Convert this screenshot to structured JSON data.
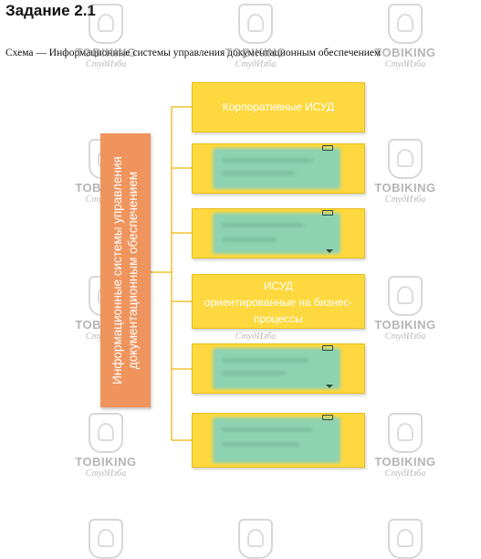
{
  "document": {
    "heading": "Задание 2.1",
    "caption": "Схема — Информационные системы управления документационным обеспечением"
  },
  "diagram": {
    "root": {
      "label_line1": "Информационные системы управления",
      "label_line2": "документационным обеспечением"
    },
    "branches": [
      {
        "label": "Корпоративные ИСУД",
        "obscured": false
      },
      {
        "label": "",
        "obscured": true
      },
      {
        "label": "",
        "obscured": true
      },
      {
        "label_line1": "ИСУД",
        "label_line2": "ориентированные на бизнес-",
        "label_line3": "процессы",
        "obscured": false
      },
      {
        "label": "",
        "obscured": true
      },
      {
        "label": "",
        "obscured": true
      }
    ],
    "colors": {
      "root_fill": "#f0945e",
      "branch_fill": "#fdd83e",
      "connector": "#f2c230",
      "obscured_fill": "#8fd2b2"
    }
  },
  "watermark": {
    "brand": "TOBIKING",
    "subtitle": "СтудИзба"
  }
}
